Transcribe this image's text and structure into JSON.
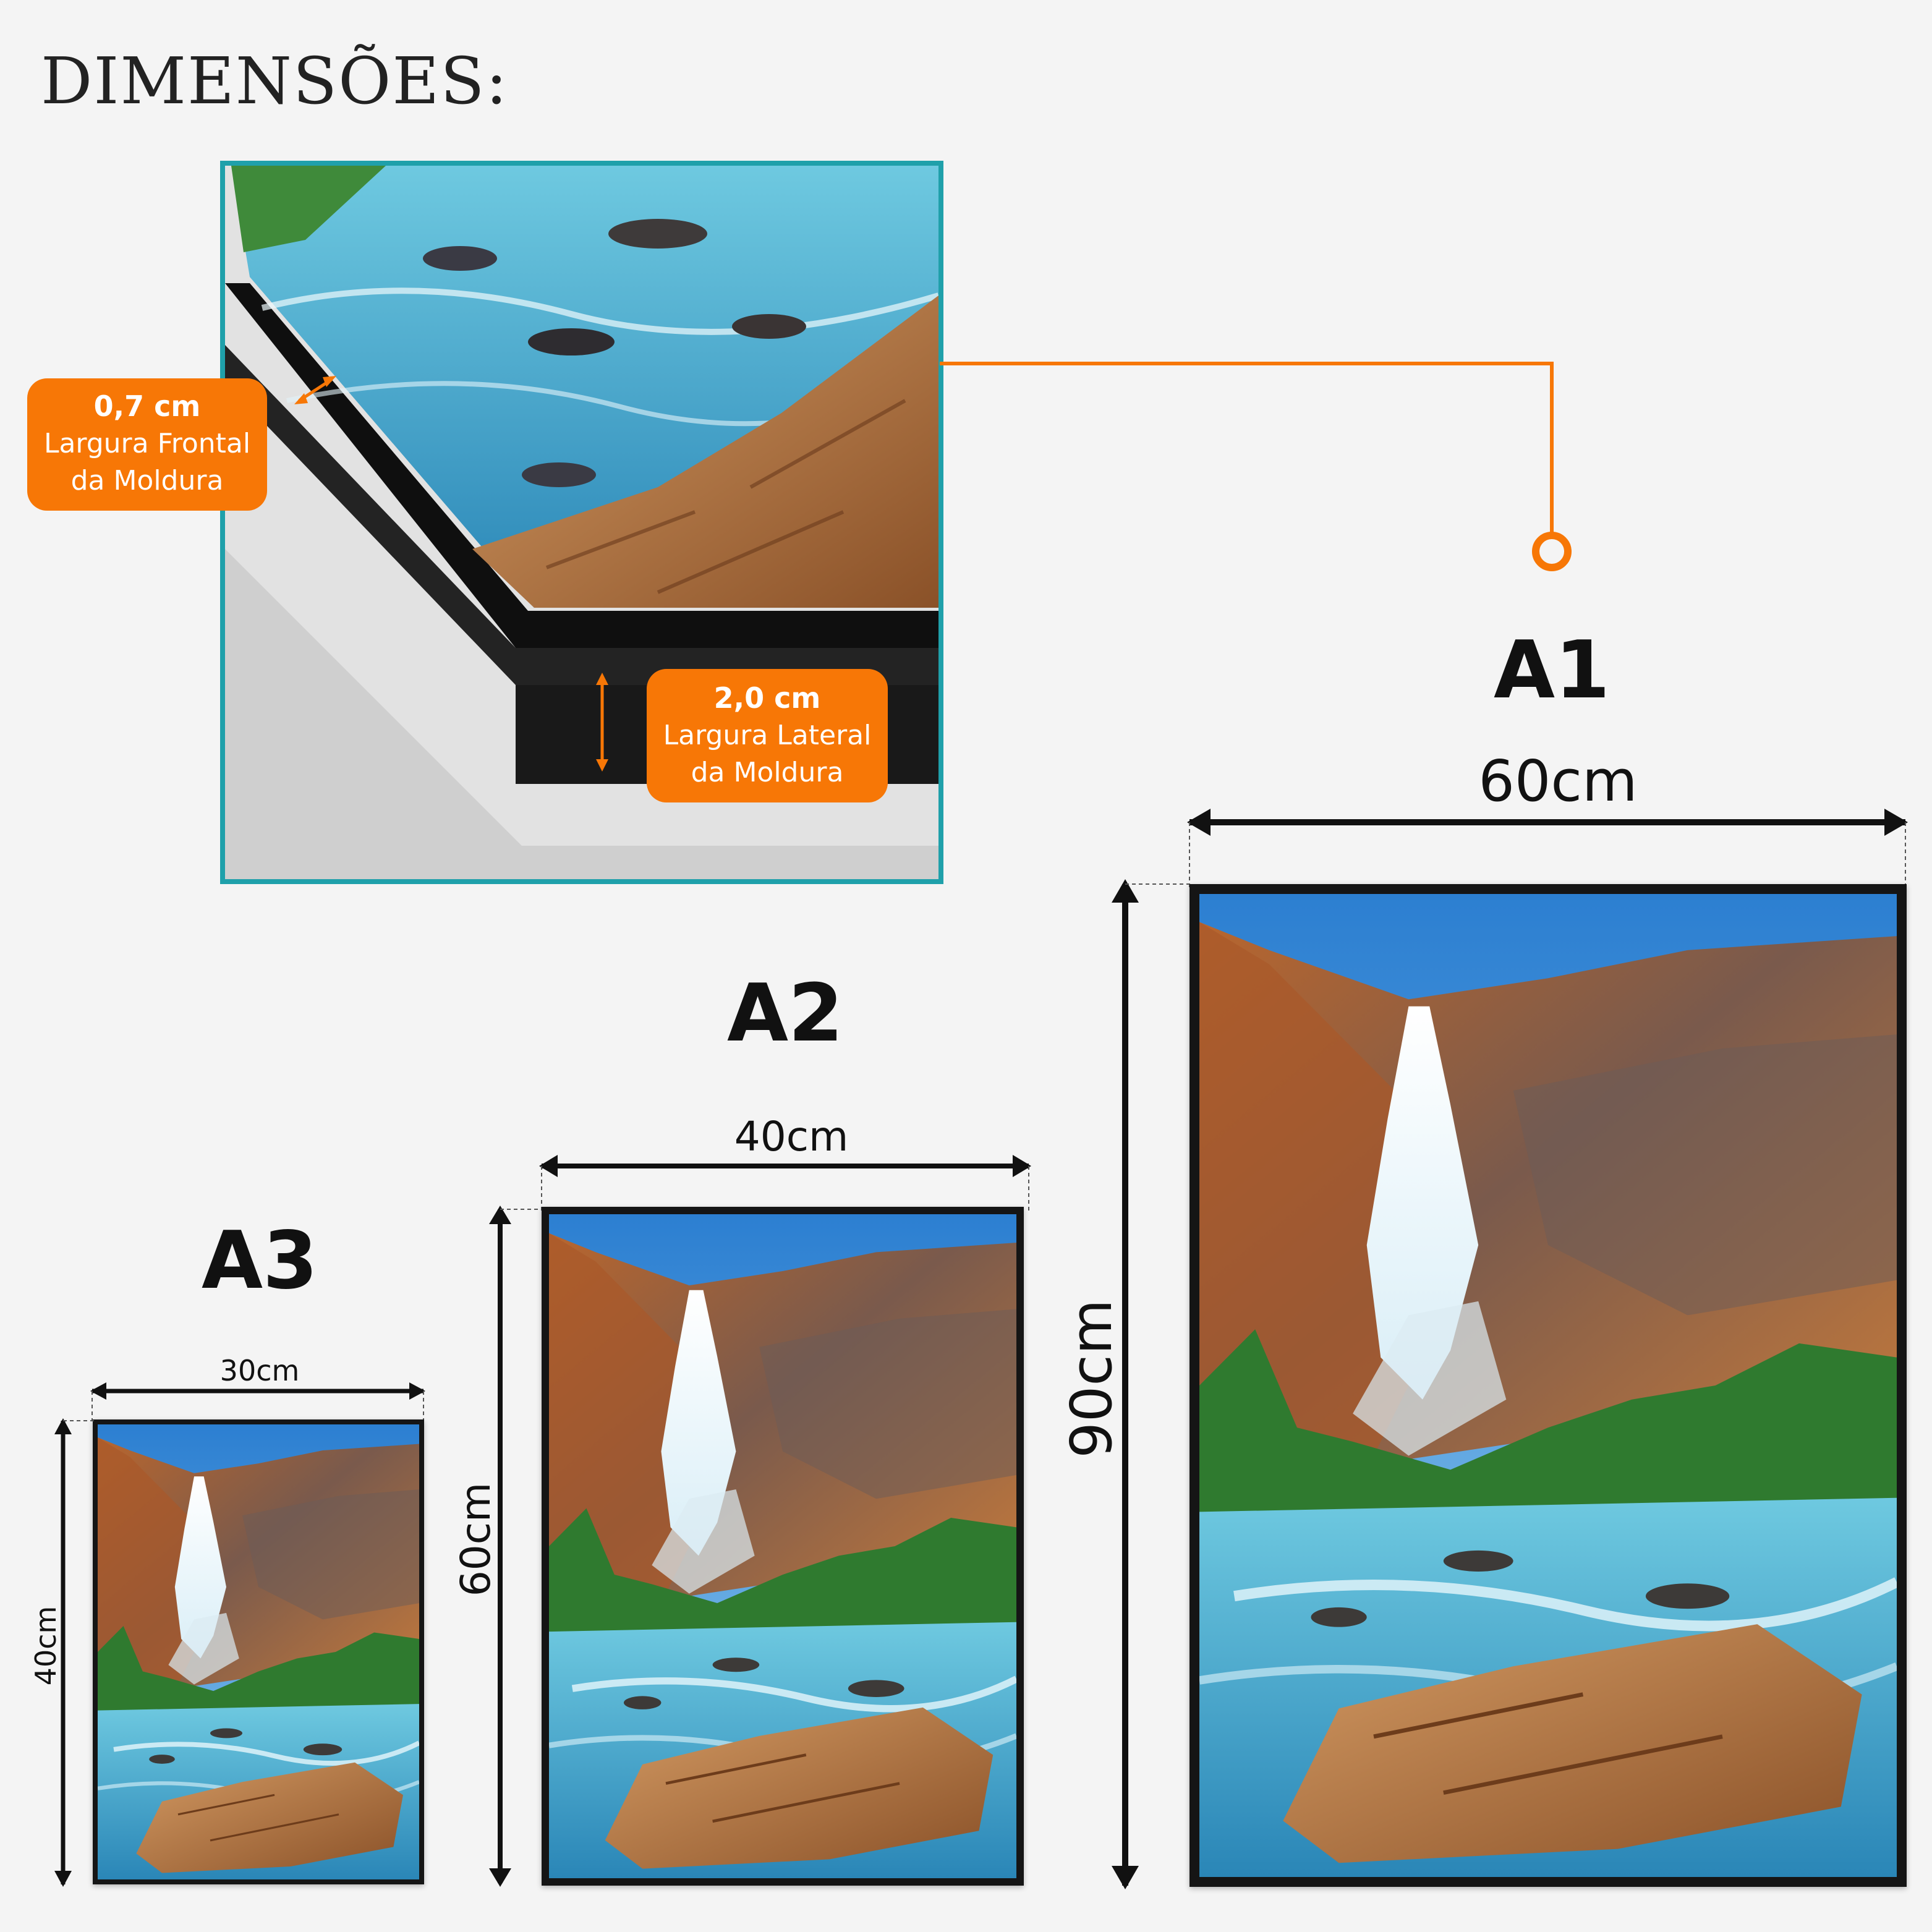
{
  "title": "DIMENSÕES:",
  "detail": {
    "front_badge": {
      "value": "0,7 cm",
      "line1": "Largura Frontal",
      "line2": "da Moldura"
    },
    "side_badge": {
      "value": "2,0 cm",
      "line1": "Largura Lateral",
      "line2": "da Moldura"
    }
  },
  "sizes": [
    {
      "name": "A1",
      "width_label": "60cm",
      "height_label": "90cm"
    },
    {
      "name": "A2",
      "width_label": "40cm",
      "height_label": "60cm"
    },
    {
      "name": "A3",
      "width_label": "30cm",
      "height_label": "40cm"
    }
  ],
  "colors": {
    "accent": "#f77706",
    "detail_border": "#1fa0aa",
    "frame": "#151515",
    "background": "#f4f4f4"
  }
}
